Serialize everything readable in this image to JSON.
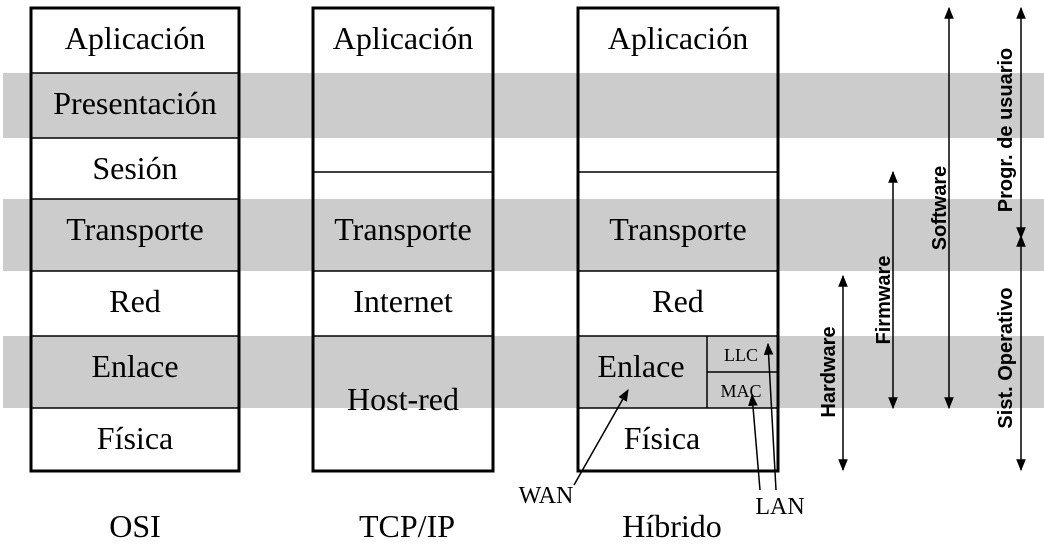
{
  "osi": {
    "layers": [
      "Aplicación",
      "Presentación",
      "Sesión",
      "Transporte",
      "Red",
      "Enlace",
      "Física"
    ],
    "label": "OSI"
  },
  "tcpip": {
    "aplicacion": "Aplicación",
    "transporte": "Transporte",
    "internet": "Internet",
    "host_red": "Host-red",
    "label": "TCP/IP"
  },
  "hibrido": {
    "aplicacion": "Aplicación",
    "transporte": "Transporte",
    "red": "Red",
    "enlace": "Enlace",
    "llc": "LLC",
    "mac": "MAC",
    "fisica": "Física",
    "wan": "WAN",
    "lan": "LAN",
    "label": "Híbrido"
  },
  "scales": {
    "hardware": "Hardware",
    "firmware": "Firmware",
    "software": "Software",
    "progr_usuario": "Progr. de usuario",
    "sist_operativo": "Sist. Operativo"
  }
}
